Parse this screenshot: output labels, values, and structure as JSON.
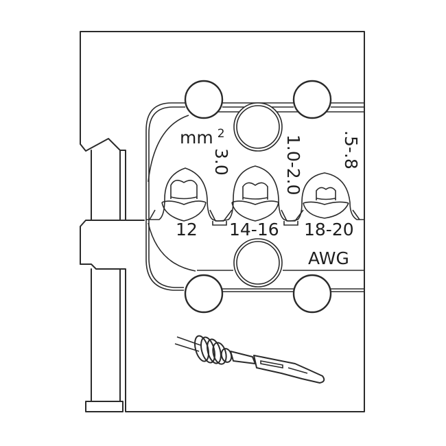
{
  "diagram": {
    "subject": "crimping die insert",
    "units": {
      "metric_unit": "mm",
      "metric_exponent": "2",
      "gauge_unit": "AWG"
    },
    "cavities": [
      {
        "id": "large",
        "mm2": "3.0",
        "awg": "12"
      },
      {
        "id": "medium",
        "mm2": "1.0-2.0",
        "awg": "14-16"
      },
      {
        "id": "small",
        "mm2": ".5-.8",
        "awg": "18-20"
      }
    ],
    "illustration": "wire-with-seal-and-pin-contact",
    "colors": {
      "line": "#2a2a2a",
      "background": "#ffffff"
    }
  }
}
